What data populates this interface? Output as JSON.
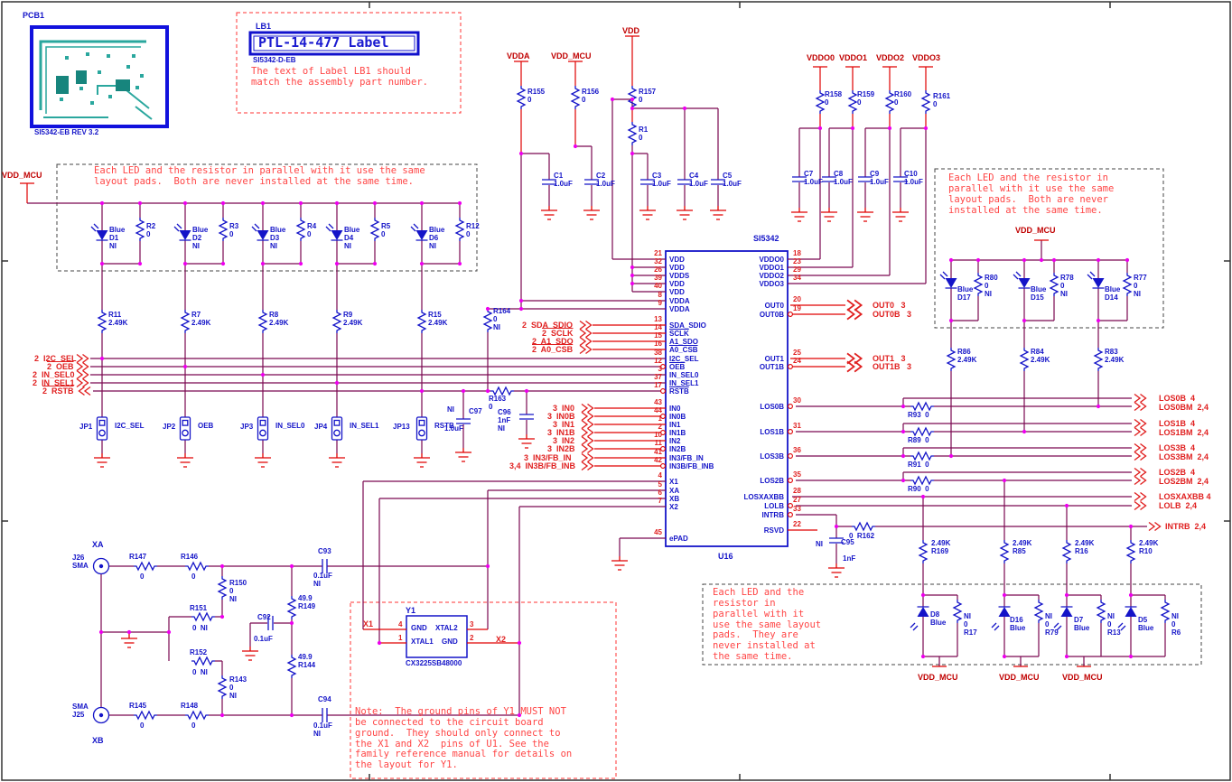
{
  "pcb": {
    "ref": "PCB1",
    "rev": "SI5342-EB REV 3.2"
  },
  "lb1": {
    "ref": "LB1",
    "label": "PTL-14-477 Label",
    "part": "SI5342-D-EB",
    "note": "The text of Label LB1 should\nmatch the assembly part number."
  },
  "notes": {
    "led_left": "Each LED and the resistor in parallel with it use the same\nlayout pads.  Both are never installed at the same time.",
    "led_right": "Each LED and the resistor in\nparallel with it use the same\nlayout pads.  Both are never\ninstalled at the same time.",
    "led_bottom": "Each LED and the\nresistor in\nparallel with it\nuse the same layout\npads.  They are\nnever installed at\nthe same time.",
    "y1": "Note:  The ground pins of Y1 MUST NOT\nbe connected to the circuit board\nground.  They should only connect to\nthe X1 and X2  pins of U1. See the\nfamily reference manual for details on\nthe layout for Y1."
  },
  "nets": {
    "vdda": "VDDA",
    "vdd_mcu": "VDD_MCU",
    "vdd": "VDD",
    "vddo0": "VDDO0",
    "vddo1": "VDDO1",
    "vddo2": "VDDO2",
    "vddo3": "VDDO3",
    "xa": "XA",
    "xb": "XB",
    "x1": "X1",
    "x2": "X2"
  },
  "bus": {
    "i2c": "2  I2C_SEL",
    "oeb": "2  OEB",
    "insel0": "2  IN_SEL0",
    "insel1": "2  IN_SEL1",
    "rstb": "2  RSTB",
    "sda": "2  SDA_SDIO",
    "sclk": "2  SCLK",
    "a1": "2  A1_SDO",
    "a0": "2  A0_CSB",
    "in0": "3  IN0",
    "in0b": "3  IN0B",
    "in1": "3  IN1",
    "in1b": "3  IN1B",
    "in2": "3  IN2",
    "in2b": "3  IN2B",
    "in3": "3  IN3/FB_IN",
    "in3b": "3,4  IN3B/FB_INB"
  },
  "outs": {
    "out0": "OUT0   3",
    "out0b": "OUT0B   3",
    "out1": "OUT1   3",
    "out1b": "OUT1B   3",
    "l0": "LOS0B  4",
    "l0m": "LOS0BM  2,4",
    "l1": "LOS1B  4",
    "l1m": "LOS1BM  2,4",
    "l3": "LOS3B  4",
    "l3m": "LOS3BM  2,4",
    "l2": "LOS2B  4",
    "l2m": "LOS2BM  2,4",
    "lx": "LOSXAXBB 4",
    "lolb": "LOLB  2,4",
    "intrb": "INTRB  2,4"
  },
  "parts": {
    "r155": "R155\n0",
    "r156": "R156\n0",
    "r157": "R157\n0",
    "r1": "R1\n0",
    "r158": "R158\n0",
    "r159": "R159\n0",
    "r160": "R160\n0",
    "r161": "R161\n0",
    "c1": "C1\n1.0uF",
    "c2": "C2\n1.0uF",
    "c3": "C3\n1.0uF",
    "c4": "C4\n1.0uF",
    "c5": "C5\n1.0uF",
    "c7": "C7\n1.0uF",
    "c8": "C8\n1.0uF",
    "c9": "C9\n1.0uF",
    "c10": "C10\n1.0uF",
    "d1": "Blue\nD1\nNI",
    "d2": "Blue\nD2\nNI",
    "d3": "Blue\nD3\nNI",
    "d4": "Blue\nD4\nNI",
    "d6": "Blue\nD6\nNI",
    "r2": "R2\n0",
    "r3": "R3\n0",
    "r4": "R4\n0",
    "r5": "R5\n0",
    "r12": "R12\n0",
    "r11": "R11\n2.49K",
    "r7": "R7\n2.49K",
    "r8": "R8\n2.49K",
    "r9": "R9\n2.49K",
    "r15": "R15\n2.49K",
    "r164": "R164\n0\nNI",
    "r163": "R163\n0",
    "c96": "C96\n1nF\nNI",
    "c97_ni": "NI",
    "c97_ref": "C97",
    "c97_val": "1.0uF",
    "jp1": "JP1",
    "jp1n": "I2C_SEL",
    "jp2": "JP2",
    "jp2n": "OEB",
    "jp3": "JP3",
    "jp3n": "IN_SEL0",
    "jp4": "JP4",
    "jp4n": "IN_SEL1",
    "jp13": "JP13",
    "jp13n": "RSTB",
    "r93": "R93  0",
    "r89": "R89  0",
    "r91": "R91  0",
    "r90": "R90  0",
    "r162": "0  R162",
    "c95_ni": "NI",
    "c95_ref": "C95",
    "c95_val": "1nF",
    "d17": "Blue\nD17",
    "d15": "Blue\nD15",
    "d14": "Blue\nD14",
    "r80": "R80\n0\nNI",
    "r78": "R78\n0\nNI",
    "r77": "R77\n0\nNI",
    "r86": "R86\n2.49K",
    "r84": "R84\n2.49K",
    "r83": "R83\n2.49K",
    "r169": "2.49K\nR169",
    "r85": "2.49K\nR85",
    "r16": "2.49K\nR16",
    "r10": "2.49K\nR10",
    "d8": "D8\nBlue",
    "d16": "D16\nBlue",
    "d7": "D7\nBlue",
    "d5": "D5\nBlue",
    "r17": "NI\n0\nR17",
    "r79": "NI\n0\nR79",
    "r13": "NI\n0\nR13",
    "r6": "NI\n0\nR6",
    "j26": "J26\nSMA",
    "j25": "SMA\nJ25",
    "r147": "R147",
    "r147v": "0",
    "r146": "R146",
    "r146v": "0",
    "r145": "R145",
    "r145v": "0",
    "r148": "R148",
    "r148v": "0",
    "r150": "R150\n0\nNI",
    "r151": "R151",
    "r151v": "0  NI",
    "r152": "R152",
    "r152v": "0  NI",
    "r143": "R143\n0\nNI",
    "c93": "C93",
    "c93v": "0.1uF\nNI",
    "r149": "49.9\nR149",
    "c92": "C92",
    "c92v": "0.1uF",
    "r144": "49.9\nR144",
    "c94": "C94",
    "c94v": "0.1uF\nNI"
  },
  "y1": {
    "ref": "Y1",
    "part": "CX3225SB48000",
    "gnd": "GND",
    "xtal1": "XTAL1",
    "xtal2": "XTAL2",
    "p4": "4",
    "p3": "3",
    "p1": "1",
    "p2": "2"
  },
  "chip": {
    "title": "SI5342",
    "ref": "U16",
    "lp": [
      [
        "21",
        "VDD"
      ],
      [
        "32",
        "VDD"
      ],
      [
        "26",
        "VDDS"
      ],
      [
        "39",
        "VDD"
      ],
      [
        "40",
        "VDD"
      ],
      [
        "8",
        "VDDA"
      ],
      [
        "9",
        "VDDA"
      ],
      [
        "13",
        "SDA_SDIO"
      ],
      [
        "14",
        "SCLK"
      ],
      [
        "15",
        "A1_SDO"
      ],
      [
        "16",
        "A0_CSB"
      ],
      [
        "38",
        "I2C_SEL"
      ],
      [
        "12",
        "OEB"
      ],
      [
        "3",
        "IN_SEL0"
      ],
      [
        "37",
        "IN_SEL1"
      ],
      [
        "17",
        "RSTB"
      ],
      [
        "43",
        "IN0"
      ],
      [
        "44",
        "IN0B"
      ],
      [
        "1",
        "IN1"
      ],
      [
        "2",
        "IN1B"
      ],
      [
        "10",
        "IN2"
      ],
      [
        "11",
        "IN2B"
      ],
      [
        "41",
        "IN3/FB_IN"
      ],
      [
        "42",
        "IN3B/FB_INB"
      ],
      [
        "4",
        "X1"
      ],
      [
        "5",
        "XA"
      ],
      [
        "6",
        "XB"
      ],
      [
        "7",
        "X2"
      ],
      [
        "45",
        "ePAD"
      ]
    ],
    "rp": [
      [
        "18",
        "VDDO0"
      ],
      [
        "23",
        "VDDO1"
      ],
      [
        "29",
        "VDDO2"
      ],
      [
        "34",
        "VDDO3"
      ],
      [
        "20",
        "OUT0"
      ],
      [
        "19",
        "OUT0B"
      ],
      [
        "25",
        "OUT1"
      ],
      [
        "24",
        "OUT1B"
      ],
      [
        "30",
        "LOS0B"
      ],
      [
        "31",
        "LOS1B"
      ],
      [
        "36",
        "LOS3B"
      ],
      [
        "35",
        "LOS2B"
      ],
      [
        "28",
        "LOSXAXBB"
      ],
      [
        "27",
        "LOLB"
      ],
      [
        "33",
        "INTRB"
      ],
      [
        "22",
        "RSVD"
      ]
    ]
  }
}
